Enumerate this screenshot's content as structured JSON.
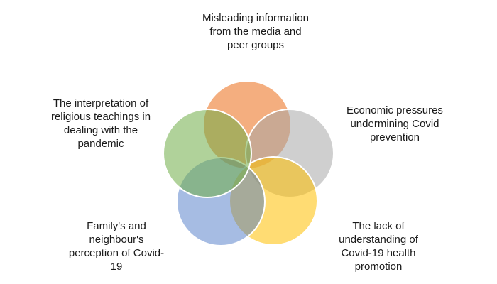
{
  "figure": {
    "background_color": "#ffffff",
    "text_color": "#1a1a1a",
    "circle_border_color": "#ffffff",
    "diagram_type": "five-circle overlapping venn",
    "circles": [
      {
        "id": "misleading-media",
        "position": "top",
        "base_color": "#ED7D31",
        "fill": "rgba(237,125,49,0.62)",
        "label": "Misleading information\nfrom the media and\npeer groups"
      },
      {
        "id": "economic-pressures",
        "position": "upper-right",
        "base_color": "#A5A5A5",
        "fill": "rgba(165,165,165,0.53)",
        "label": "Economic pressures\nundermining Covid\nprevention"
      },
      {
        "id": "lack-of-understanding",
        "position": "lower-right",
        "base_color": "#FFC000",
        "fill": "rgba(255,192,0,0.55)",
        "label": "The lack of\nunderstanding of\nCovid-19 health\npromotion"
      },
      {
        "id": "family-perception",
        "position": "lower-left",
        "base_color": "#4472C4",
        "fill": "rgba(68,114,196,0.48)",
        "label": "Family's and\nneighbour's\nperception of Covid-\n19"
      },
      {
        "id": "religious-teachings",
        "position": "upper-left",
        "base_color": "#70AD47",
        "fill": "rgba(112,173,71,0.55)",
        "label": "The interpretation of\nreligious teachings in\ndealing with the\npandemic"
      }
    ]
  }
}
